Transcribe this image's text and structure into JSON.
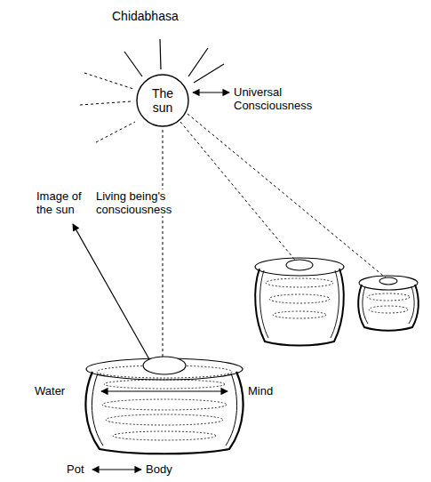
{
  "diagram": {
    "title": "Chidabhasa",
    "nodes": [
      {
        "text": [
          "The sun"
        ]
      }
    ],
    "labels": [
      "Universal Consciousness",
      "Image of the sun",
      "Living being's consciousness",
      "Water",
      "Mind",
      "Pot",
      "Body"
    ]
  }
}
